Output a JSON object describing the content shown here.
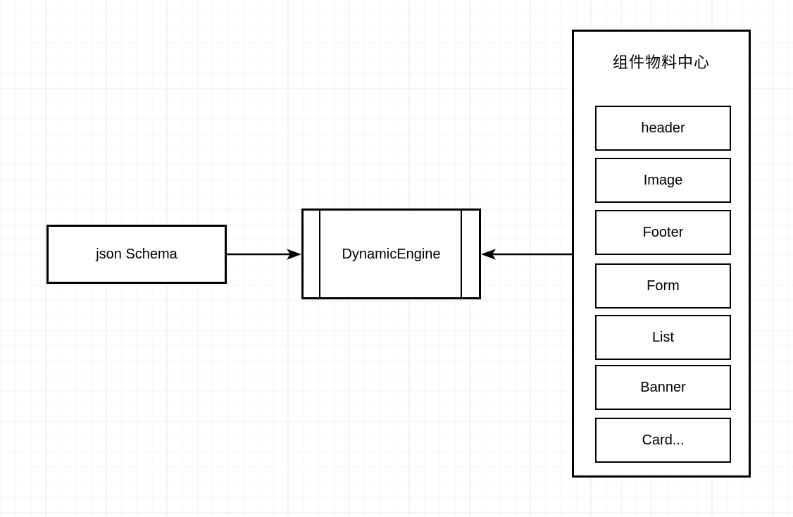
{
  "diagram": {
    "nodes": {
      "json_schema": {
        "label": "json Schema"
      },
      "dynamic_engine": {
        "label": "DynamicEngine"
      },
      "palette": {
        "title": "组件物料中心",
        "items": [
          {
            "label": "header"
          },
          {
            "label": "Image"
          },
          {
            "label": "Footer"
          },
          {
            "label": "Form"
          },
          {
            "label": "List"
          },
          {
            "label": "Banner"
          },
          {
            "label": "Card..."
          }
        ]
      }
    },
    "edges": [
      {
        "from": "json Schema",
        "to": "DynamicEngine",
        "arrowhead": "right"
      },
      {
        "from": "组件物料中心",
        "to": "DynamicEngine",
        "arrowhead": "left"
      }
    ],
    "colors": {
      "stroke": "#000000",
      "fill": "#ffffff",
      "grid_minor": "#f4f4f4",
      "grid_major": "#e7e7e7",
      "background": "#ffffff"
    }
  }
}
